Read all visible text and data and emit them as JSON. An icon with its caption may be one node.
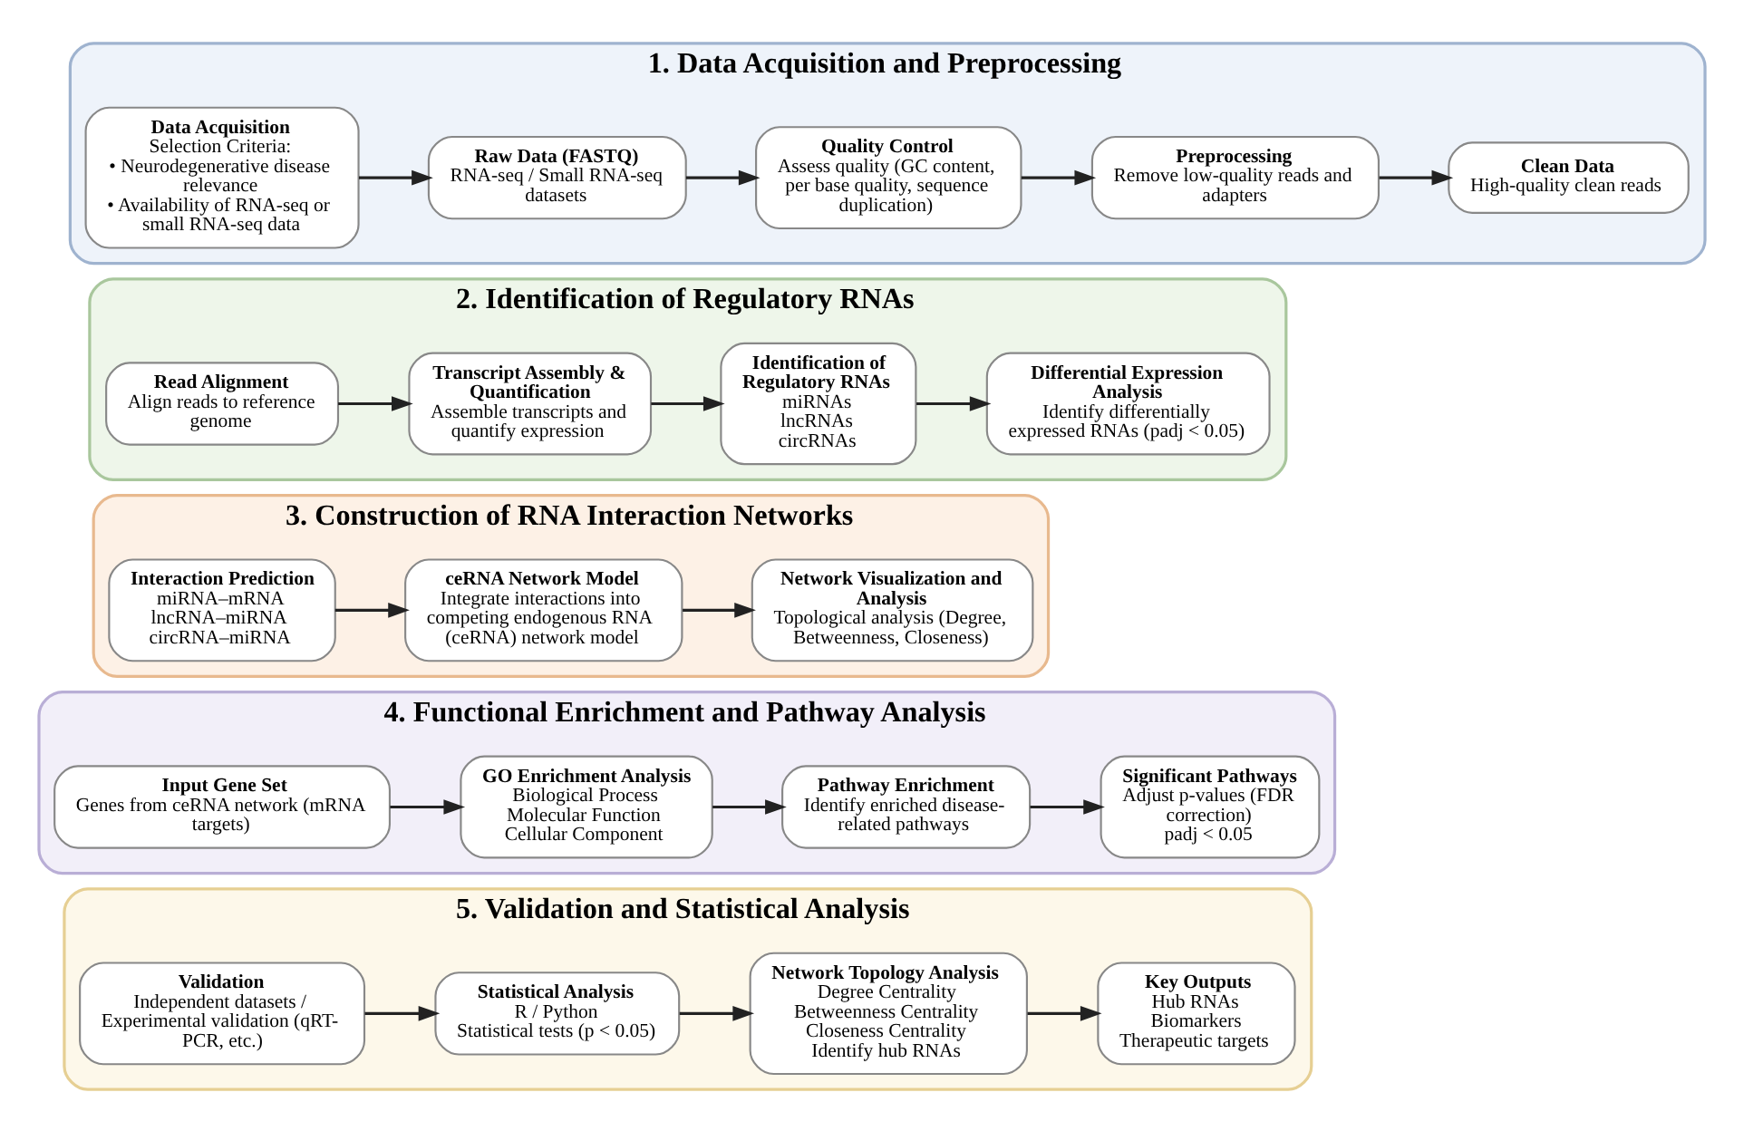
{
  "diagram": {
    "nodes": [
      {
        "text": [
          "1. Data Acquisition and Preprocessing"
        ]
      },
      {
        "text": [
          "Data Acquisition",
          "Selection Criteria:",
          "• Neurodegenerative disease relevance",
          "• Availability of RNA-seq or small RNA-seq data"
        ],
        "in": 0
      },
      {
        "text": [
          "Raw Data (FASTQ)",
          "RNA-seq / Small RNA-seq datasets"
        ],
        "in": 0
      },
      {
        "text": [
          "Quality Control",
          "Assess quality (GC content, per base quality, sequence duplication)"
        ],
        "in": 0
      },
      {
        "text": [
          "Preprocessing",
          "Remove low-quality reads and adapters"
        ],
        "in": 0
      },
      {
        "text": [
          "Clean Data",
          "High-quality clean reads"
        ],
        "in": 0
      },
      {
        "text": [
          "2. Identification of Regulatory RNAs"
        ]
      },
      {
        "text": [
          "Read Alignment",
          "Align reads to reference genome"
        ],
        "in": 6
      },
      {
        "text": [
          "Transcript Assembly & Quantification",
          "Assemble transcripts and quantify expression"
        ],
        "in": 6
      },
      {
        "text": [
          "Identification of Regulatory RNAs",
          "miRNAs",
          "lncRNAs",
          "circRNAs"
        ],
        "in": 6
      },
      {
        "text": [
          "Differential Expression Analysis",
          "Identify differentially expressed RNAs (padj < 0.05)"
        ],
        "in": 6
      },
      {
        "text": [
          "3. Construction of RNA Interaction Networks"
        ]
      },
      {
        "text": [
          "Interaction Prediction",
          "miRNA–mRNA",
          "lncRNA–miRNA",
          "circRNA–miRNA"
        ],
        "in": 11
      },
      {
        "text": [
          "ceRNA Network Model",
          "Integrate interactions into competing endogenous RNA (ceRNA) network model"
        ],
        "in": 11
      },
      {
        "text": [
          "Network Visualization and Analysis",
          "Topological analysis (Degree, Betweenness, Closeness)"
        ],
        "in": 11
      },
      {
        "text": [
          "4. Functional Enrichment and Pathway Analysis"
        ]
      },
      {
        "text": [
          "Input Gene Set",
          "Genes from ceRNA network (mRNA targets)"
        ],
        "in": 15
      },
      {
        "text": [
          "GO Enrichment Analysis",
          "Biological Process",
          "Molecular Function",
          "Cellular Component"
        ],
        "in": 15
      },
      {
        "text": [
          "Pathway Enrichment",
          "Identify enriched disease-related pathways"
        ],
        "in": 15
      },
      {
        "text": [
          "Significant Pathways",
          "Adjust p-values (FDR correction)",
          "padj < 0.05"
        ],
        "in": 15
      },
      {
        "text": [
          "5. Validation and Statistical Analysis"
        ]
      },
      {
        "text": [
          "Validation",
          "Independent datasets / Experimental validation (qRT-PCR, etc.)"
        ],
        "in": 20
      },
      {
        "text": [
          "Statistical Analysis",
          "R / Python",
          "Statistical tests (p < 0.05)"
        ],
        "in": 20
      },
      {
        "text": [
          "Network Topology Analysis",
          "Degree Centrality",
          "Betweenness Centrality",
          "Closeness Centrality",
          "Identify hub RNAs"
        ],
        "in": 20
      },
      {
        "text": [
          "Key Outputs",
          "Hub RNAs",
          "Biomarkers",
          "Therapeutic targets"
        ],
        "in": 20
      }
    ],
    "edges": [
      {
        "from": 1,
        "to": 2,
        "arrow": "to"
      },
      {
        "from": 2,
        "to": 3,
        "arrow": "to"
      },
      {
        "from": 3,
        "to": 4,
        "arrow": "to"
      },
      {
        "from": 4,
        "to": 5,
        "arrow": "to"
      },
      {
        "from": 7,
        "to": 8,
        "arrow": "to"
      },
      {
        "from": 8,
        "to": 9,
        "arrow": "to"
      },
      {
        "from": 9,
        "to": 10,
        "arrow": "to"
      },
      {
        "from": 12,
        "to": 13,
        "arrow": "to"
      },
      {
        "from": 13,
        "to": 14,
        "arrow": "to"
      },
      {
        "from": 16,
        "to": 17,
        "arrow": "to"
      },
      {
        "from": 17,
        "to": 18,
        "arrow": "to"
      },
      {
        "from": 18,
        "to": 19,
        "arrow": "to"
      },
      {
        "from": 21,
        "to": 22,
        "arrow": "to"
      },
      {
        "from": 22,
        "to": 23,
        "arrow": "to"
      },
      {
        "from": 23,
        "to": 24,
        "arrow": "to"
      }
    ]
  }
}
